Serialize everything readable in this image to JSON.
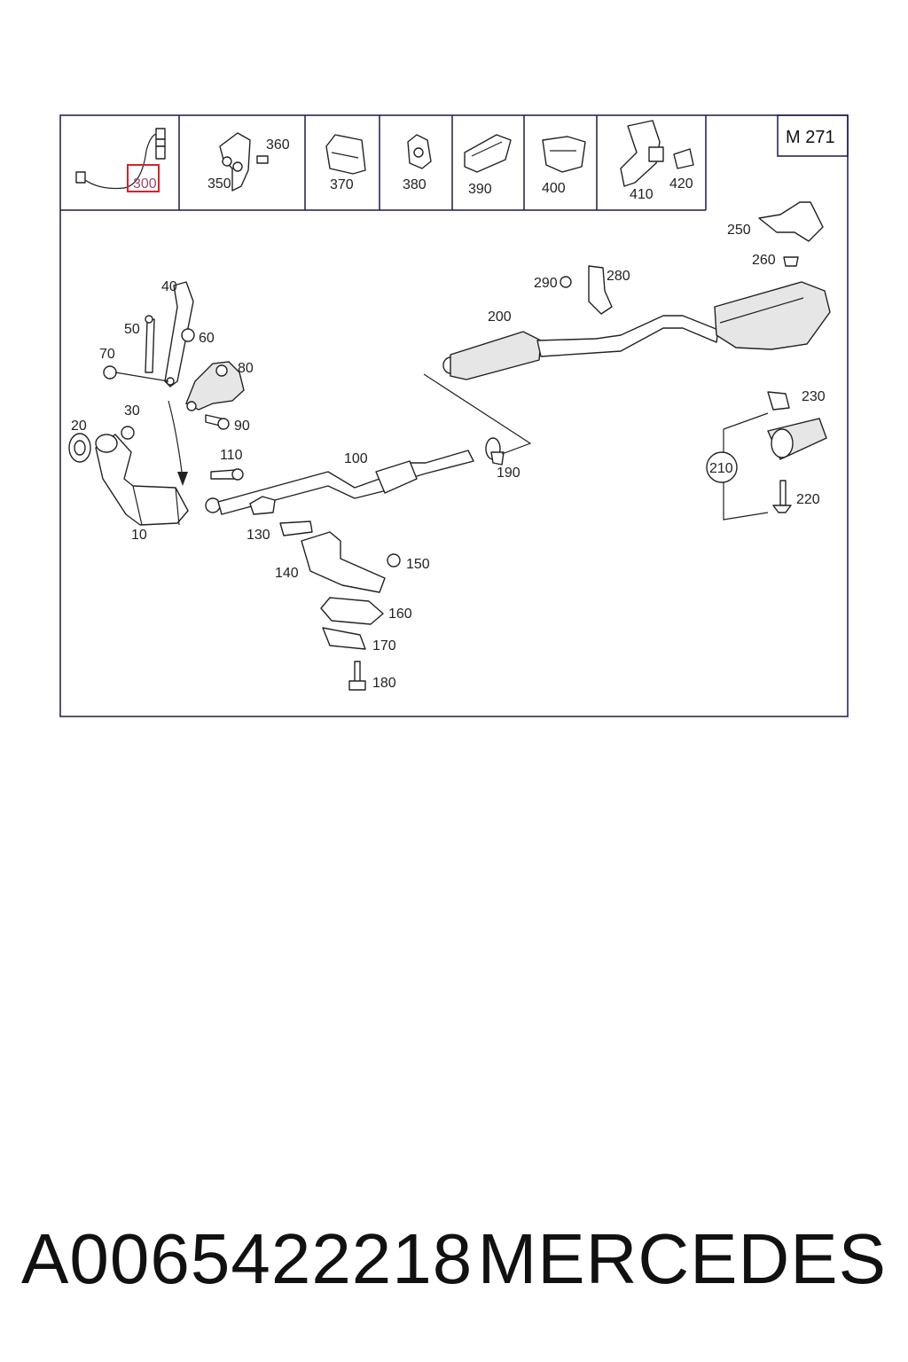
{
  "model_label": "M 271",
  "highlighted_part": "300",
  "thumbnail_labels": [
    "300",
    "350",
    "360",
    "370",
    "380",
    "390",
    "400",
    "410",
    "420"
  ],
  "callouts": {
    "p10": "10",
    "p20": "20",
    "p30": "30",
    "p40": "40",
    "p50": "50",
    "p60": "60",
    "p70": "70",
    "p80": "80",
    "p90": "90",
    "p100": "100",
    "p110": "110",
    "p130": "130",
    "p140": "140",
    "p150": "150",
    "p160": "160",
    "p170": "170",
    "p180": "180",
    "p190": "190",
    "p200": "200",
    "p210": "210",
    "p220": "220",
    "p230": "230",
    "p250": "250",
    "p260": "260",
    "p280": "280",
    "p290": "290"
  },
  "caption": {
    "part_number": "A0065422218",
    "brand": "MERCEDES"
  }
}
